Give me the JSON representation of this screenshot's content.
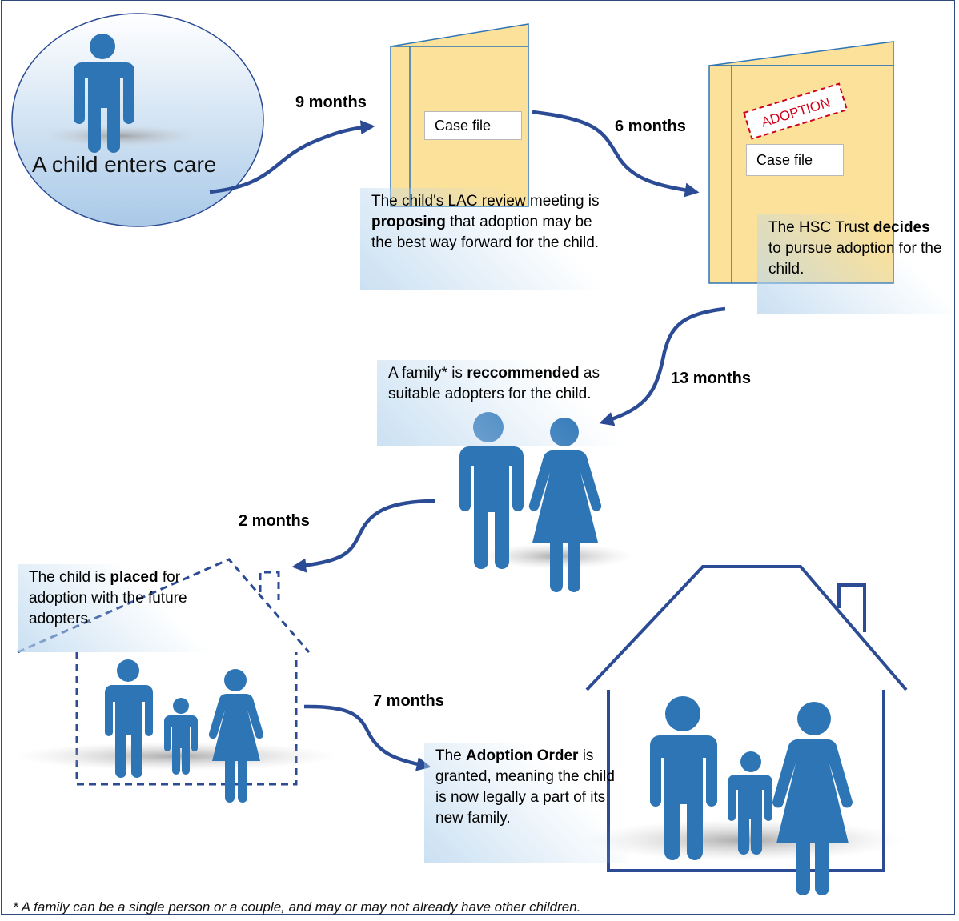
{
  "start_label": "A child enters care",
  "case_file_label": "Case file",
  "adoption_stamp": "ADOPTION",
  "durations": {
    "d1": "9 months",
    "d2": "6 months",
    "d3": "13 months",
    "d4": "2 months",
    "d5": "7 months"
  },
  "steps": {
    "proposing": {
      "pre": "The child's LAC review meeting is ",
      "bold": "proposing",
      "post": " that adoption may be the best way forward for the child."
    },
    "decides": {
      "pre": "The HSC Trust ",
      "bold": "decides",
      "post": " to pursue adoption for the child."
    },
    "recommended": {
      "pre": "A family* is ",
      "bold": "reccommended",
      "post": " as suitable adopters for the child."
    },
    "placed": {
      "pre": "The child is ",
      "bold": "placed",
      "post": " for adoption with the future adopters."
    },
    "order": {
      "pre": "The ",
      "bold": "Adoption Order",
      "post": " is granted, meaning the child is now legally a part of its new family."
    }
  },
  "footnote": "* A family can be a single person or a couple, and may or may not already have other children.",
  "colors": {
    "figure": "#2e75b6",
    "arrow": "#2b4b94",
    "folder": "#fbe19a",
    "folder_edge": "#2e75b6",
    "stamp": "#d0021b",
    "house": "#2b4b94"
  }
}
